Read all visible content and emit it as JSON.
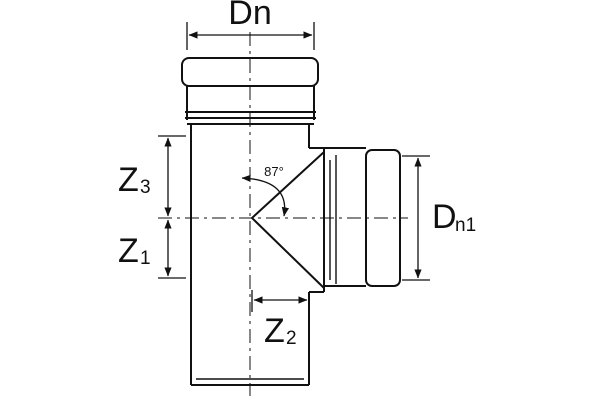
{
  "labels": {
    "dn": "Dn",
    "dn1_main": "D",
    "dn1_sub": "n1",
    "z1_main": "Z",
    "z1_sub": "1",
    "z2_main": "Z",
    "z2_sub": "2",
    "z3_main": "Z",
    "z3_sub": "3",
    "angle": "87°"
  },
  "colors": {
    "stroke": "#111111",
    "background": "#ffffff"
  }
}
